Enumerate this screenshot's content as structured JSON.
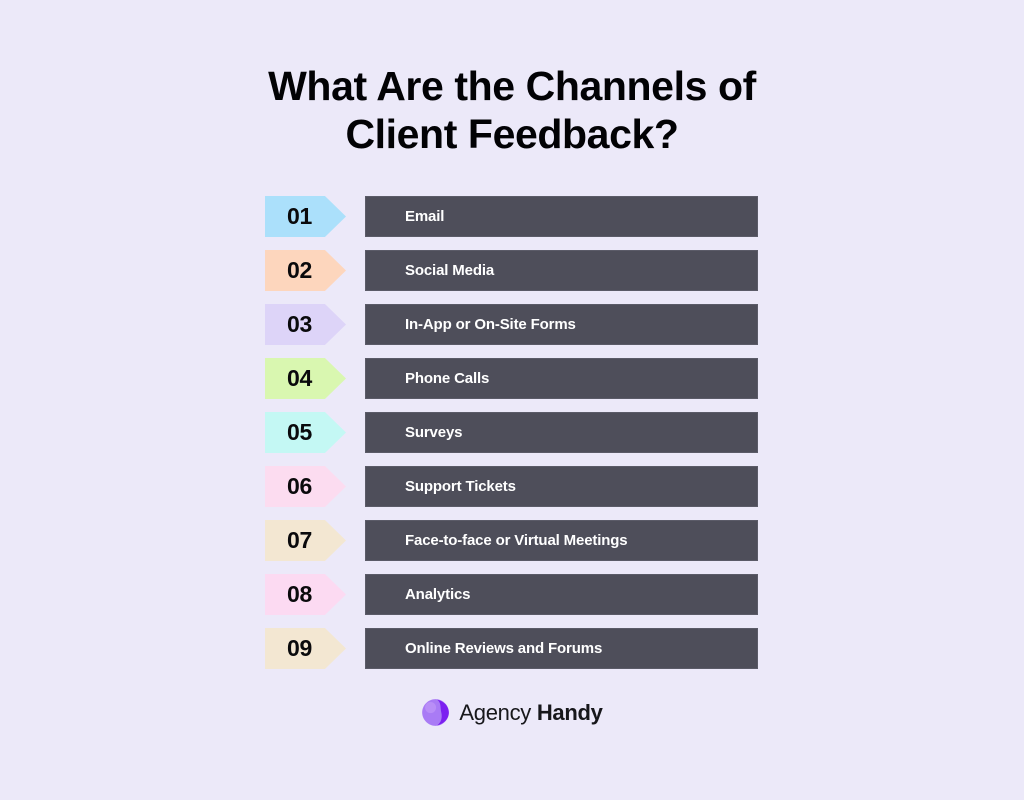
{
  "theme": {
    "background": "#ece9f9",
    "bar_fill": "#4e4e5a",
    "bar_border": "#5b5b68",
    "bar_text": "#ffffff",
    "title_color": "#020205",
    "badge_number_color": "#0a0a0c"
  },
  "header": {
    "title_line1": "What Are the Channels of",
    "title_line2": "Client Feedback?",
    "title_full": "What Are the Channels of Client Feedback?"
  },
  "list": {
    "items": [
      {
        "number": "01",
        "label": "Email",
        "badge_color": "#abe0fb"
      },
      {
        "number": "02",
        "label": "Social Media",
        "badge_color": "#fdd6bd"
      },
      {
        "number": "03",
        "label": "In-App or On-Site Forms",
        "badge_color": "#ddd4f8"
      },
      {
        "number": "04",
        "label": "Phone Calls",
        "badge_color": "#d9f7b0"
      },
      {
        "number": "05",
        "label": "Surveys",
        "badge_color": "#c4f8f4"
      },
      {
        "number": "06",
        "label": "Support Tickets",
        "badge_color": "#fcdcf0"
      },
      {
        "number": "07",
        "label": "Face-to-face or Virtual Meetings",
        "badge_color": "#f3e7d2"
      },
      {
        "number": "08",
        "label": "Analytics",
        "badge_color": "#fcdaf2"
      },
      {
        "number": "09",
        "label": "Online Reviews and Forums",
        "badge_color": "#f3e7d2"
      }
    ]
  },
  "footer": {
    "logo_icon": "agency-handy-logo-icon",
    "brand_light": "Agency",
    "brand_bold": "Handy",
    "brand_full": "Agency Handy",
    "logo_color_light": "#a97bf5",
    "logo_color_dark": "#7c20f0"
  }
}
